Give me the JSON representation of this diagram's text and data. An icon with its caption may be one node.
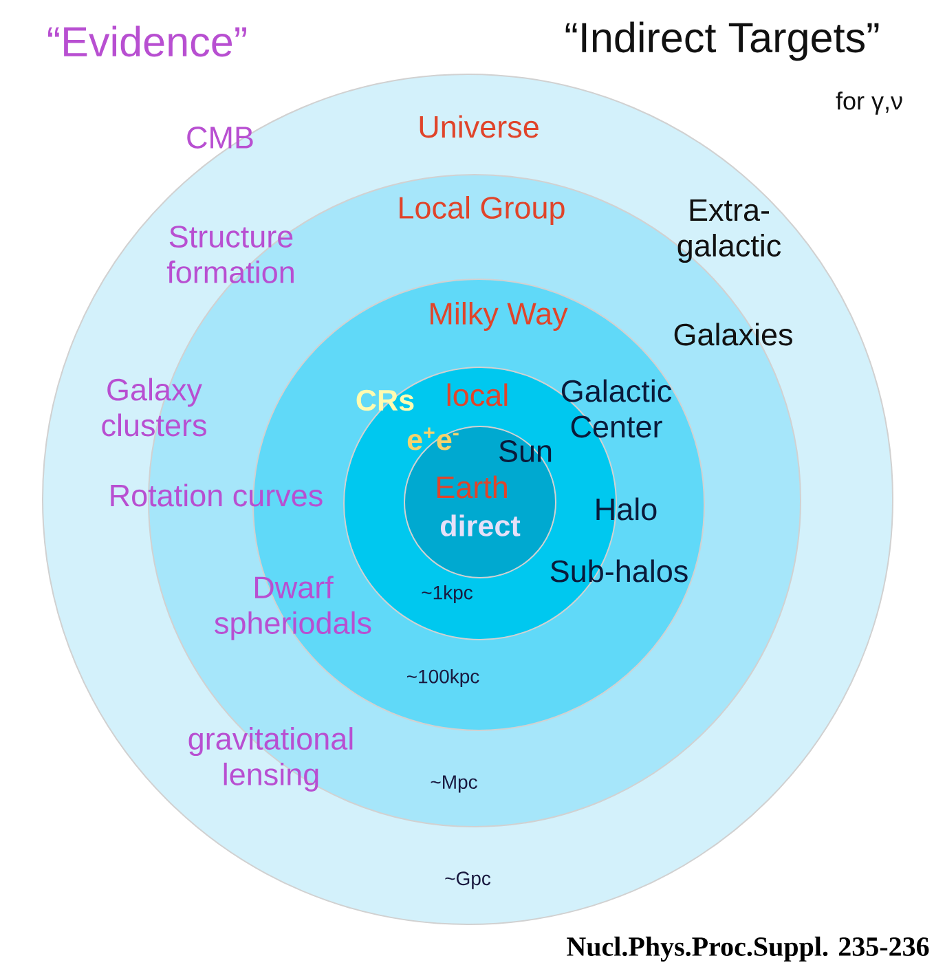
{
  "diagram": {
    "caption": "Nucl.Phys.Proc.Suppl. 235-236",
    "nodes": [
      {
        "text": [
          "Universe",
          "~Gpc"
        ]
      },
      {
        "text": [
          "Local Group",
          "~Mpc"
        ],
        "in": 0
      },
      {
        "text": [
          "Milky Way",
          "~100kpc"
        ],
        "in": 1
      },
      {
        "text": [
          "local",
          "~1kpc"
        ],
        "in": 2
      },
      {
        "text": [
          "Earth",
          "direct"
        ],
        "in": 3
      }
    ],
    "edges": [],
    "labels": [
      "“Evidence”",
      "“Indirect Targets”",
      "for γ,ν",
      "CMB",
      "Extra- galactic",
      "Structure formation",
      "Galaxies",
      "Galaxy clusters",
      "Galactic Center",
      "CRs",
      "e$^{+}$e$^{-}$",
      "Sun",
      "Rotation curves",
      "Halo",
      "Dwarf spheriodals",
      "Sub-halos",
      "gravitational lensing"
    ]
  }
}
